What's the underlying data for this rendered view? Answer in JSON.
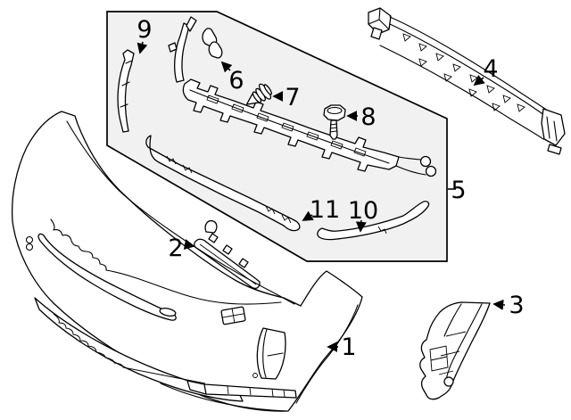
{
  "figure": {
    "kind": "exploded-parts-diagram",
    "subject": "front bumper assembly line art",
    "background_color": "#ffffff",
    "line_color": "#000000",
    "assembly_box_fill": "#f1f1f1"
  },
  "callouts": {
    "c1": {
      "label": "1"
    },
    "c2": {
      "label": "2"
    },
    "c3": {
      "label": "3"
    },
    "c4": {
      "label": "4"
    },
    "c5": {
      "label": "5"
    },
    "c6": {
      "label": "6"
    },
    "c7": {
      "label": "7"
    },
    "c8": {
      "label": "8"
    },
    "c9": {
      "label": "9"
    },
    "c10": {
      "label": "10"
    },
    "c11": {
      "label": "11"
    }
  }
}
